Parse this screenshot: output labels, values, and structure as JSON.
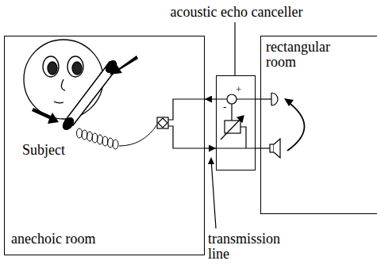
{
  "diagram": {
    "nodes": [
      {
        "text": [
          "anechoic room"
        ]
      },
      {
        "text": [
          "acoustic echo canceller"
        ]
      },
      {
        "text": [
          "rectangular room"
        ]
      }
    ],
    "edges": [
      {
        "from": 1,
        "to": 0,
        "arrow": "to"
      },
      {
        "from": 0,
        "to": 1,
        "arrow": "to"
      },
      {
        "from": 1,
        "to": 2,
        "arrow": "none"
      },
      {
        "from": 2,
        "to": 1,
        "arrow": "none"
      }
    ],
    "labels": [
      "Subject",
      "transmission line",
      "+",
      "-"
    ]
  }
}
